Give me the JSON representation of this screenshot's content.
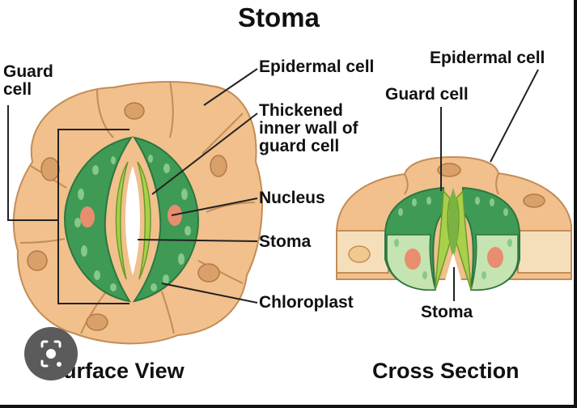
{
  "title": "Stoma",
  "labels": {
    "guard_cell_left": "Guard\ncell",
    "epidermal_cell_left": "Epidermal cell",
    "thickened_wall": "Thickened\ninner wall of\nguard cell",
    "nucleus": "Nucleus",
    "stoma_left": "Stoma",
    "chloroplast": "Chloroplast",
    "epidermal_cell_right": "Epidermal cell",
    "guard_cell_right": "Guard cell",
    "stoma_right": "Stoma"
  },
  "captions": {
    "surface_view": "Surface View",
    "cross_section": "Cross Section"
  },
  "colors": {
    "epidermal_fill": "#f1c08c",
    "epidermal_stroke": "#c38c56",
    "guard_fill": "#3f9a55",
    "guard_dark": "#2c7640",
    "chloroplast": "#86c98a",
    "inner_wall": "#a9d04a",
    "nucleus": "#e88d6e",
    "pale_cell": "#f5dfba",
    "pale_green": "#c6e3b2"
  },
  "icons": {
    "lens_button": "lens-icon"
  }
}
